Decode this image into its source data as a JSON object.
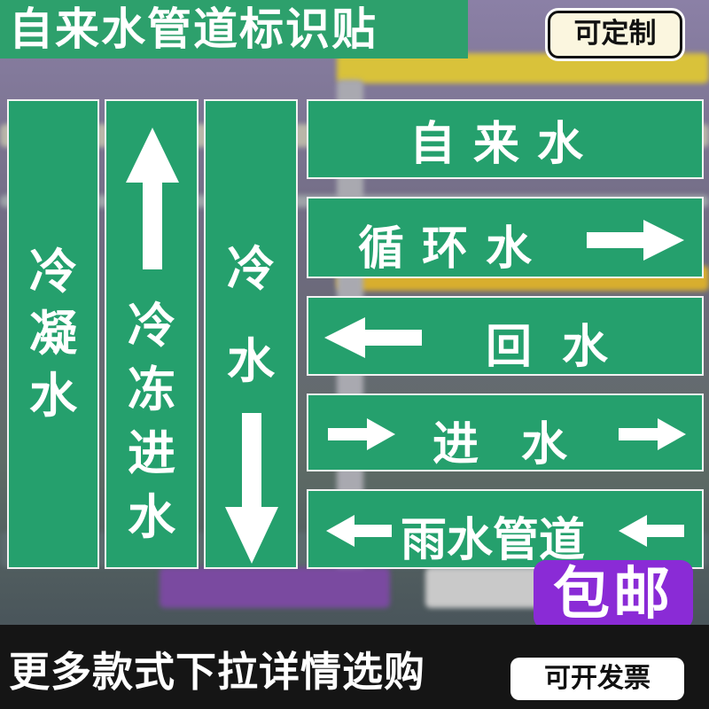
{
  "header": {
    "title": "自来水管道标识贴",
    "custom_button": "可定制"
  },
  "signs": {
    "condensate": "冷凝水",
    "chilled_supply": "冷冻进水",
    "cold_water": "冷水",
    "tap_water": "自来水",
    "circulating": "循环水",
    "return": "回水",
    "inlet": "进水",
    "rain": "雨水管道"
  },
  "badges": {
    "free_shipping": "包邮"
  },
  "footer": {
    "more_styles": "更多款式下拉详情选购",
    "invoice_button": "可开发票"
  },
  "colors": {
    "sign_green": "#25a06d",
    "header_green": "#2da06c",
    "badge_purple": "#8a2bd6"
  }
}
